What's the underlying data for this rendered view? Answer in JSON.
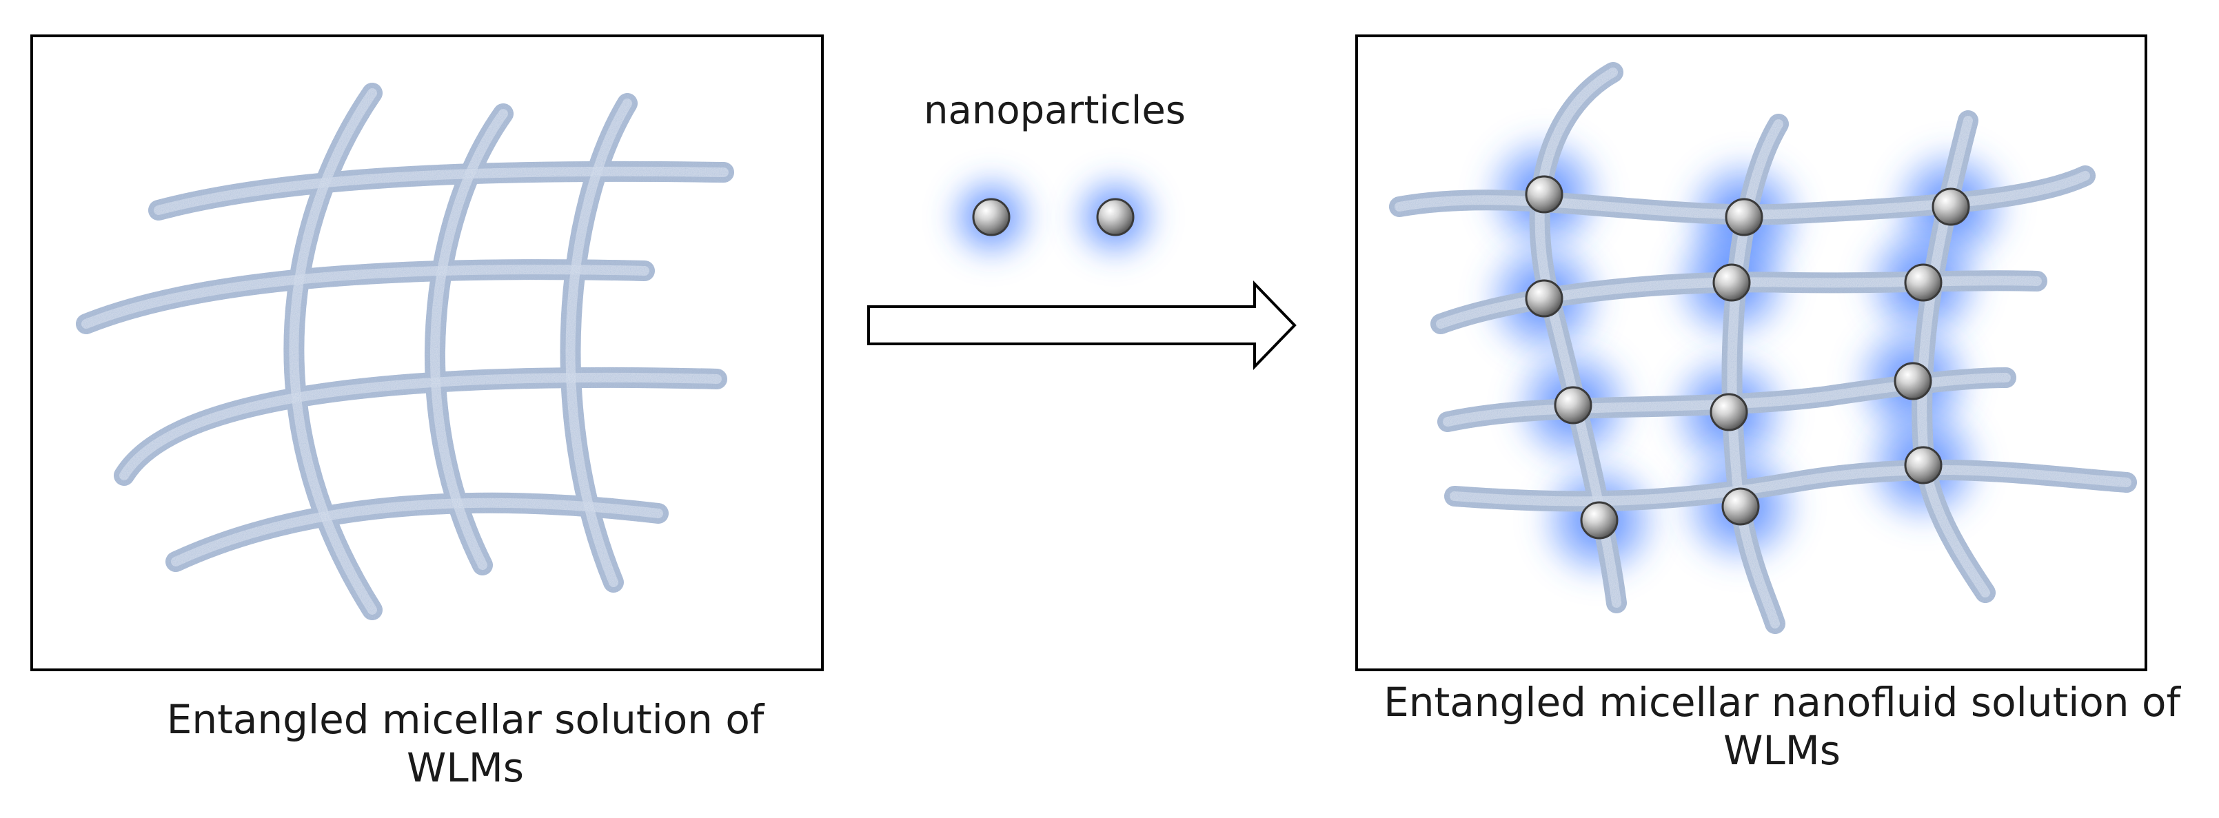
{
  "nanoparticles_label": "nanoparticles",
  "left_panel": {
    "caption_line1": "Entangled micellar solution of",
    "caption_line2": "WLMs"
  },
  "right_panel": {
    "caption_line1": "Entangled micellar nanofluid solution of",
    "caption_line2": "WLMs"
  },
  "colors": {
    "micelle_fill": "#c8d4e6",
    "micelle_edge": "#8fa3c2",
    "glow": "#2f6bff",
    "particle": "#9a9a9a",
    "frame": "#000000"
  }
}
